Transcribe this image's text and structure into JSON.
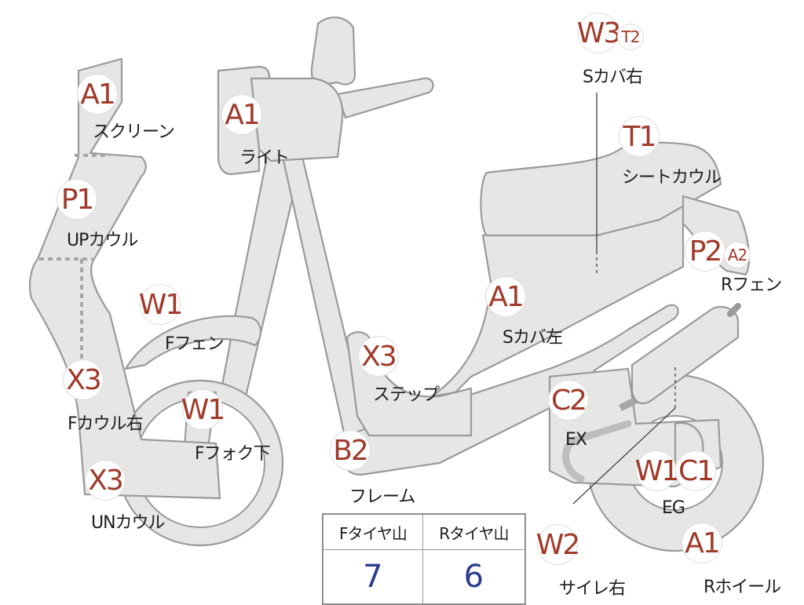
{
  "badges": {
    "screen": "A1",
    "light": "A1",
    "side_cover_right": "W3",
    "side_cover_right_sub": "T2",
    "seat_cowl": "T1",
    "upper_cowl": "P1",
    "rear_fender": "P2",
    "rear_fender_sub": "A2",
    "front_fender": "W1",
    "side_cover_left": "A1",
    "step": "X3",
    "front_cowl_right": "X3",
    "front_fork_lower": "W1",
    "exhaust": "C2",
    "under_cowl": "X3",
    "frame": "B2",
    "engine_w": "W1",
    "engine_c": "C1",
    "silencer_right": "W2",
    "rear_wheel": "A1"
  },
  "labels": {
    "screen": "スクリーン",
    "light": "ライト",
    "side_cover_right": "Sカバ右",
    "seat_cowl": "シートカウル",
    "upper_cowl": "UPカウル",
    "rear_fender": "Rフェン",
    "front_fender": "Fフェン",
    "side_cover_left": "Sカバ左",
    "step": "ステップ",
    "front_cowl_right": "Fカウル右",
    "front_fork_lower": "Fフォク下",
    "exhaust": "EX",
    "under_cowl": "UNカウル",
    "frame": "フレーム",
    "engine": "EG",
    "silencer_right": "サイレ右",
    "rear_wheel": "Rホイール"
  },
  "tire_table": {
    "headers": [
      "Fタイヤ山",
      "Rタイヤ山"
    ],
    "values": [
      "7",
      "6"
    ]
  },
  "colors": {
    "part_fill": "#e6e6e4",
    "badge_text": "#a03a2a",
    "table_value": "#2c3c8e"
  }
}
